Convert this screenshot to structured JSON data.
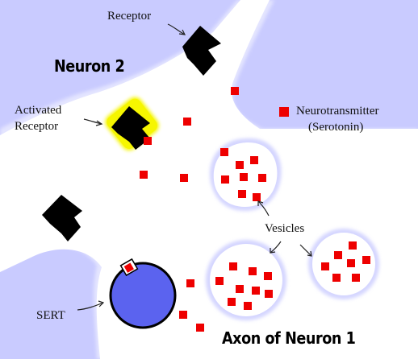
{
  "labels": {
    "receptor": "Receptor",
    "neuron2": "Neuron 2",
    "activated_line1": "Activated",
    "activated_line2": "Receptor",
    "legend_line1": "Neurotransmitter",
    "legend_line2": "(Serotonin)",
    "vesicles": "Vesicles",
    "sert": "SERT",
    "axon": "Axon of Neuron 1"
  },
  "colors": {
    "background": "#c9cbff",
    "cleft": "#ffffff",
    "neurotransmitter": "#ee0000",
    "receptor": "#000000",
    "activated_glow": "#f6f600",
    "sert": "#5b63ef"
  }
}
